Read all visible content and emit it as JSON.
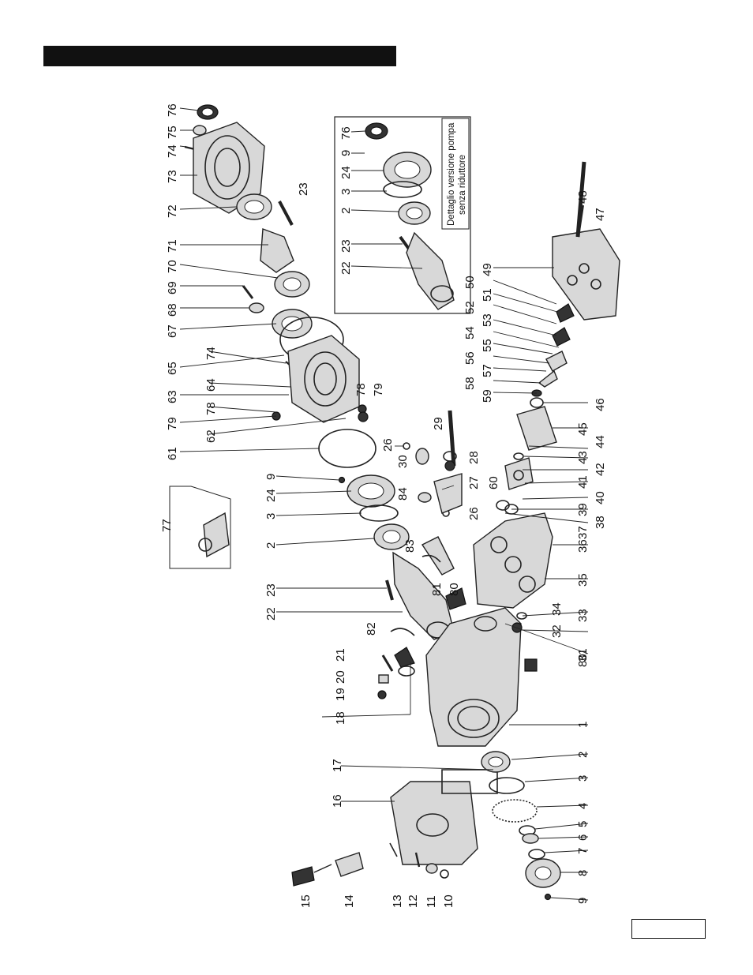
{
  "inset_caption": {
    "line1": "Dettaglio versione pompa",
    "line2": "senza riduttore"
  },
  "labels": [
    {
      "id": "76a",
      "text": "76"
    },
    {
      "id": "75",
      "text": "75"
    },
    {
      "id": "74a",
      "text": "74"
    },
    {
      "id": "73",
      "text": "73"
    },
    {
      "id": "72",
      "text": "72"
    },
    {
      "id": "23a",
      "text": "23"
    },
    {
      "id": "71",
      "text": "71"
    },
    {
      "id": "70",
      "text": "70"
    },
    {
      "id": "69",
      "text": "69"
    },
    {
      "id": "68",
      "text": "68"
    },
    {
      "id": "67",
      "text": "67"
    },
    {
      "id": "74b",
      "text": "74"
    },
    {
      "id": "65",
      "text": "65"
    },
    {
      "id": "64",
      "text": "64"
    },
    {
      "id": "63",
      "text": "63"
    },
    {
      "id": "78a",
      "text": "78"
    },
    {
      "id": "78b",
      "text": "78"
    },
    {
      "id": "79a",
      "text": "79"
    },
    {
      "id": "79b",
      "text": "79"
    },
    {
      "id": "62",
      "text": "62"
    },
    {
      "id": "61",
      "text": "61"
    },
    {
      "id": "9a",
      "text": "9"
    },
    {
      "id": "24a",
      "text": "24"
    },
    {
      "id": "3a",
      "text": "3"
    },
    {
      "id": "77",
      "text": "77"
    },
    {
      "id": "2a",
      "text": "2"
    },
    {
      "id": "23b",
      "text": "23"
    },
    {
      "id": "22a",
      "text": "22"
    },
    {
      "id": "76b",
      "text": "76"
    },
    {
      "id": "9b",
      "text": "9"
    },
    {
      "id": "24b",
      "text": "24"
    },
    {
      "id": "3b",
      "text": "3"
    },
    {
      "id": "2b",
      "text": "2"
    },
    {
      "id": "23c",
      "text": "23"
    },
    {
      "id": "22b",
      "text": "22"
    },
    {
      "id": "49",
      "text": "49"
    },
    {
      "id": "50",
      "text": "50"
    },
    {
      "id": "51",
      "text": "51"
    },
    {
      "id": "52",
      "text": "52"
    },
    {
      "id": "53",
      "text": "53"
    },
    {
      "id": "54",
      "text": "54"
    },
    {
      "id": "55",
      "text": "55"
    },
    {
      "id": "56",
      "text": "56"
    },
    {
      "id": "57",
      "text": "57"
    },
    {
      "id": "58",
      "text": "58"
    },
    {
      "id": "59",
      "text": "59"
    },
    {
      "id": "48",
      "text": "48"
    },
    {
      "id": "47",
      "text": "47"
    },
    {
      "id": "46",
      "text": "46"
    },
    {
      "id": "45",
      "text": "45"
    },
    {
      "id": "44",
      "text": "44"
    },
    {
      "id": "43",
      "text": "43"
    },
    {
      "id": "42",
      "text": "42"
    },
    {
      "id": "41",
      "text": "41"
    },
    {
      "id": "40",
      "text": "40"
    },
    {
      "id": "39",
      "text": "39"
    },
    {
      "id": "38",
      "text": "38"
    },
    {
      "id": "37",
      "text": "37"
    },
    {
      "id": "60",
      "text": "60"
    },
    {
      "id": "36",
      "text": "36"
    },
    {
      "id": "35",
      "text": "35"
    },
    {
      "id": "34",
      "text": "34"
    },
    {
      "id": "33",
      "text": "33"
    },
    {
      "id": "32",
      "text": "32"
    },
    {
      "id": "31",
      "text": "31"
    },
    {
      "id": "29",
      "text": "29"
    },
    {
      "id": "26a",
      "text": "26"
    },
    {
      "id": "30",
      "text": "30"
    },
    {
      "id": "28",
      "text": "28"
    },
    {
      "id": "27",
      "text": "27"
    },
    {
      "id": "84",
      "text": "84"
    },
    {
      "id": "26b",
      "text": "26"
    },
    {
      "id": "83",
      "text": "83"
    },
    {
      "id": "81",
      "text": "81"
    },
    {
      "id": "80a",
      "text": "80"
    },
    {
      "id": "82",
      "text": "82"
    },
    {
      "id": "21",
      "text": "21"
    },
    {
      "id": "20",
      "text": "20"
    },
    {
      "id": "19",
      "text": "19"
    },
    {
      "id": "18",
      "text": "18"
    },
    {
      "id": "80b",
      "text": "80"
    },
    {
      "id": "1",
      "text": "1"
    },
    {
      "id": "17",
      "text": "17"
    },
    {
      "id": "16",
      "text": "16"
    },
    {
      "id": "2c",
      "text": "2"
    },
    {
      "id": "3c",
      "text": "3"
    },
    {
      "id": "4",
      "text": "4"
    },
    {
      "id": "5",
      "text": "5"
    },
    {
      "id": "6",
      "text": "6"
    },
    {
      "id": "7",
      "text": "7"
    },
    {
      "id": "8",
      "text": "8"
    },
    {
      "id": "9c",
      "text": "9"
    },
    {
      "id": "15",
      "text": "15"
    },
    {
      "id": "14",
      "text": "14"
    },
    {
      "id": "13",
      "text": "13"
    },
    {
      "id": "12",
      "text": "12"
    },
    {
      "id": "11",
      "text": "11"
    },
    {
      "id": "10",
      "text": "10"
    }
  ]
}
